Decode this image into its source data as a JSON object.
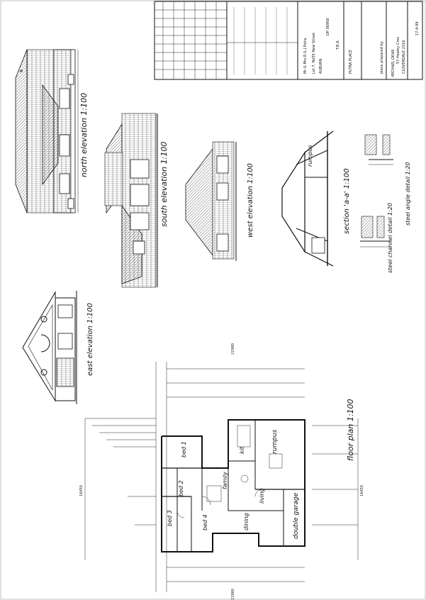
{
  "drawings": {
    "north": "north elevation 1:100",
    "south": "south elevation 1:100",
    "west": "west elevation 1:100",
    "east": "east elevation 1:100",
    "section": "section 'a-a' 1:100",
    "steel_angle": "steel angle detail 1:20",
    "steel_channel": "steel channel detail 1:20",
    "floor_plan": "floor plan 1:100"
  },
  "rooms": {
    "bed1": "bed 1",
    "bed2": "bed 2",
    "bed3": "bed 3",
    "bed4": "bed 4",
    "family": "family",
    "kit": "kit",
    "rumpus": "rumpus",
    "dining": "dining",
    "living": "living",
    "double_garage": "double garage",
    "section_rumpus": "rumpus"
  },
  "dimensions": {
    "overall_width_top": "21980",
    "overall_width_bottom": "21980",
    "overall_depth_left": "16450",
    "overall_depth_right": "16450"
  },
  "title_block": {
    "client": "Mr & Mrs R & J Pulra",
    "lot": "Lot 7, No55 New Street",
    "suburb": "AUBURN",
    "dp": "DP 36958",
    "scale_note": "T.B.A.",
    "designer": "MICHAEL DEAN",
    "designer_address": "57 Healey Cres",
    "designer_suburb": "CLOVERDALE  2216",
    "plans_prepared_by": "plans prepared by:",
    "project_name": "PUTRA PLACE",
    "date": "17-4-99"
  }
}
